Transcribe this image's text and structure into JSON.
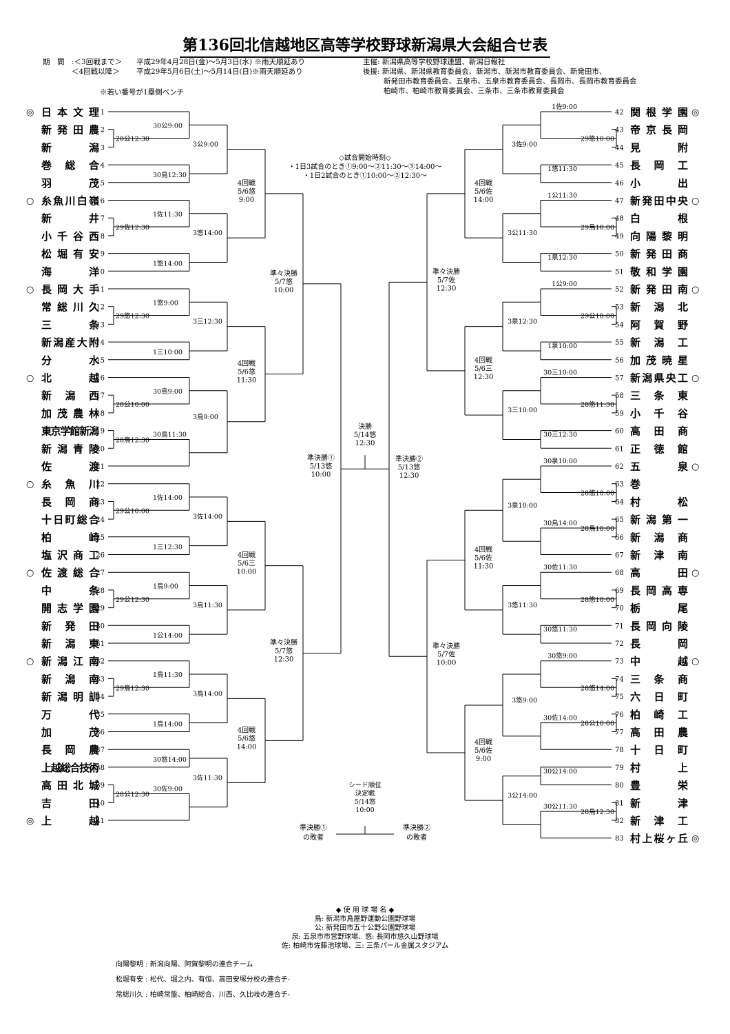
{
  "title": "第136回北信越地区高等学校野球新潟県大会組合せ表",
  "period": {
    "label": "期　間　:＜3回戦まで＞",
    "line1": "平成29年4月28日(金)〜5月3日(水) ※雨天順延あり",
    "label2": "＜4回戦以降＞",
    "line2": "平成29年5月6日(土)〜5月14日(日)※雨天順延あり"
  },
  "organizers": {
    "host": "主催: 新潟県高等学校野球連盟、新潟日報社",
    "support1": "後援: 新潟県、新潟県教育委員会、新潟市、新潟市教育委員会、新発田市、",
    "support2": "新発田市教育委員会、五泉市、五泉市教育委員会、長岡市、長岡市教育委員会",
    "support3": "柏崎市、柏崎市教育委員会、三条市、三条市教育委員会"
  },
  "bench_note": "※若い番号が1塁側ベンチ",
  "start_times": {
    "title": "◇試合開始時刻◇",
    "line1": "・1日3試合のとき①9:00〜②11:30〜③14:00〜",
    "line2": "・1日2試合のとき①10:00〜②12:30〜"
  },
  "left_teams": [
    {
      "no": "1",
      "name": "日本文理",
      "mark": "◎"
    },
    {
      "no": "2",
      "name": "新発田農",
      "mark": ""
    },
    {
      "no": "3",
      "name": "新　潟",
      "mark": ""
    },
    {
      "no": "4",
      "name": "巻総合",
      "mark": ""
    },
    {
      "no": "5",
      "name": "羽　茂",
      "mark": ""
    },
    {
      "no": "6",
      "name": "糸魚川白嶺",
      "mark": "○"
    },
    {
      "no": "7",
      "name": "新　井",
      "mark": ""
    },
    {
      "no": "8",
      "name": "小千谷西",
      "mark": ""
    },
    {
      "no": "9",
      "name": "松堀有安",
      "mark": ""
    },
    {
      "no": "10",
      "name": "海　洋",
      "mark": ""
    },
    {
      "no": "11",
      "name": "長岡大手",
      "mark": "○"
    },
    {
      "no": "12",
      "name": "常総川久",
      "mark": ""
    },
    {
      "no": "13",
      "name": "三　条",
      "mark": ""
    },
    {
      "no": "14",
      "name": "新潟産大附",
      "mark": ""
    },
    {
      "no": "15",
      "name": "分　水",
      "mark": ""
    },
    {
      "no": "16",
      "name": "北　越",
      "mark": "○"
    },
    {
      "no": "17",
      "name": "新潟西",
      "mark": ""
    },
    {
      "no": "18",
      "name": "加茂農林",
      "mark": ""
    },
    {
      "no": "19",
      "name": "東京学館新潟",
      "mark": ""
    },
    {
      "no": "20",
      "name": "新潟青陵",
      "mark": ""
    },
    {
      "no": "21",
      "name": "佐　渡",
      "mark": ""
    },
    {
      "no": "22",
      "name": "糸魚川",
      "mark": "○"
    },
    {
      "no": "23",
      "name": "長岡商",
      "mark": ""
    },
    {
      "no": "24",
      "name": "十日町総合",
      "mark": ""
    },
    {
      "no": "25",
      "name": "柏　崎",
      "mark": ""
    },
    {
      "no": "26",
      "name": "塩沢商工",
      "mark": ""
    },
    {
      "no": "27",
      "name": "佐渡総合",
      "mark": "○"
    },
    {
      "no": "28",
      "name": "中　条",
      "mark": ""
    },
    {
      "no": "29",
      "name": "開志学園",
      "mark": ""
    },
    {
      "no": "30",
      "name": "新発田",
      "mark": ""
    },
    {
      "no": "31",
      "name": "新潟東",
      "mark": ""
    },
    {
      "no": "32",
      "name": "新潟江南",
      "mark": "○"
    },
    {
      "no": "33",
      "name": "新潟南",
      "mark": ""
    },
    {
      "no": "34",
      "name": "新潟明訓",
      "mark": ""
    },
    {
      "no": "35",
      "name": "万　代",
      "mark": ""
    },
    {
      "no": "36",
      "name": "加　茂",
      "mark": ""
    },
    {
      "no": "37",
      "name": "長岡農",
      "mark": ""
    },
    {
      "no": "38",
      "name": "上越総合技術",
      "mark": ""
    },
    {
      "no": "39",
      "name": "高田北城",
      "mark": ""
    },
    {
      "no": "40",
      "name": "吉　田",
      "mark": ""
    },
    {
      "no": "41",
      "name": "上　越",
      "mark": "◎"
    }
  ],
  "right_teams": [
    {
      "no": "42",
      "name": "関根学園",
      "mark": "◎"
    },
    {
      "no": "43",
      "name": "帝京長岡",
      "mark": ""
    },
    {
      "no": "44",
      "name": "見　附",
      "mark": ""
    },
    {
      "no": "45",
      "name": "長岡工",
      "mark": ""
    },
    {
      "no": "46",
      "name": "小　出",
      "mark": ""
    },
    {
      "no": "47",
      "name": "新発田中央",
      "mark": "○"
    },
    {
      "no": "48",
      "name": "白　根",
      "mark": ""
    },
    {
      "no": "49",
      "name": "向陽黎明",
      "mark": ""
    },
    {
      "no": "50",
      "name": "新発田商",
      "mark": ""
    },
    {
      "no": "51",
      "name": "敬和学園",
      "mark": ""
    },
    {
      "no": "52",
      "name": "新発田南",
      "mark": "○"
    },
    {
      "no": "53",
      "name": "新潟北",
      "mark": ""
    },
    {
      "no": "54",
      "name": "阿賀野",
      "mark": ""
    },
    {
      "no": "55",
      "name": "新潟工",
      "mark": ""
    },
    {
      "no": "56",
      "name": "加茂暁星",
      "mark": ""
    },
    {
      "no": "57",
      "name": "新潟県央工",
      "mark": "○"
    },
    {
      "no": "58",
      "name": "三条東",
      "mark": ""
    },
    {
      "no": "59",
      "name": "小千谷",
      "mark": ""
    },
    {
      "no": "60",
      "name": "高田商",
      "mark": ""
    },
    {
      "no": "61",
      "name": "正徳館",
      "mark": ""
    },
    {
      "no": "62",
      "name": "五　泉",
      "mark": "○"
    },
    {
      "no": "63",
      "name": "巻",
      "mark": ""
    },
    {
      "no": "64",
      "name": "村　松",
      "mark": ""
    },
    {
      "no": "65",
      "name": "新潟第一",
      "mark": ""
    },
    {
      "no": "66",
      "name": "新潟商",
      "mark": ""
    },
    {
      "no": "67",
      "name": "新津南",
      "mark": ""
    },
    {
      "no": "68",
      "name": "高　田",
      "mark": "○"
    },
    {
      "no": "69",
      "name": "長岡高専",
      "mark": ""
    },
    {
      "no": "70",
      "name": "栃　尾",
      "mark": ""
    },
    {
      "no": "71",
      "name": "長岡向陵",
      "mark": ""
    },
    {
      "no": "72",
      "name": "長　岡",
      "mark": ""
    },
    {
      "no": "73",
      "name": "中　越",
      "mark": "○"
    },
    {
      "no": "74",
      "name": "三条商",
      "mark": ""
    },
    {
      "no": "75",
      "name": "六日町",
      "mark": ""
    },
    {
      "no": "76",
      "name": "柏崎工",
      "mark": ""
    },
    {
      "no": "77",
      "name": "高田農",
      "mark": ""
    },
    {
      "no": "78",
      "name": "十日町",
      "mark": ""
    },
    {
      "no": "79",
      "name": "村　上",
      "mark": ""
    },
    {
      "no": "80",
      "name": "豊　栄",
      "mark": ""
    },
    {
      "no": "81",
      "name": "新　津",
      "mark": ""
    },
    {
      "no": "82",
      "name": "新津工",
      "mark": ""
    },
    {
      "no": "83",
      "name": "村上桜ヶ丘",
      "mark": "◎"
    }
  ],
  "left_r1": [
    "28公12:30",
    "29佐12:30",
    "29悠12:30",
    "28公10:00",
    "28鳥12:30",
    "29公10:00",
    "29公12:30",
    "29鳥12:30",
    "28公12:30"
  ],
  "left_r2": [
    "30公9:00",
    "30鳥12:30",
    "1佐11:30",
    "1悠14:00",
    "1悠9:00",
    "1三10:00",
    "30鳥9:00",
    "30鳥11:30",
    "1佐14:00",
    "1三12:30",
    "1鳥9:00",
    "1公14:00",
    "1鳥11:30",
    "1鳥14:00",
    "30悠14:00",
    "30佐9:00"
  ],
  "left_r3": [
    "3公9:00",
    "3悠14:00",
    "3三12:30",
    "3鳥9:00",
    "3佐14:00",
    "3鳥11:30",
    "3鳥14:00",
    "3佐11:30"
  ],
  "left_r4": [
    {
      "l1": "4回戦",
      "l2": "5/6悠",
      "l3": "9:00"
    },
    {
      "l1": "4回戦",
      "l2": "5/6悠",
      "l3": "11:30"
    },
    {
      "l1": "4回戦",
      "l2": "5/6三",
      "l3": "10:00"
    },
    {
      "l1": "4回戦",
      "l2": "5/6悠",
      "l3": "14:00"
    }
  ],
  "left_qf": [
    {
      "l1": "準々決勝",
      "l2": "5/7悠",
      "l3": "10:00"
    },
    {
      "l1": "準々決勝",
      "l2": "5/7悠",
      "l3": "12:30"
    }
  ],
  "left_sf": {
    "l1": "準決勝①",
    "l2": "5/13悠",
    "l3": "10:00"
  },
  "right_r1": [
    "29悠10:00",
    "29鳥10:00",
    "29公10:00",
    "28悠11:30",
    "28悠10:00",
    "28鳥10:00",
    "28悠10:00",
    "28悠14:00",
    "28公10:00",
    "28鳥12:30"
  ],
  "right_r2": [
    "1佐9:00",
    "1悠11:30",
    "1公11:30",
    "1泉12:30",
    "1公9:00",
    "1泉10:00",
    "30三10:00",
    "30三12:30",
    "30泉10:00",
    "30鳥14:00",
    "30佐11:30",
    "30悠11:30",
    "30悠9:00",
    "30佐14:00",
    "30公14:00",
    "30公11:30"
  ],
  "right_r3": [
    "3佐9:00",
    "3公11:30",
    "3泉12:30",
    "3三10:00",
    "3泉10:00",
    "3悠11:30",
    "3悠9:00",
    "3公14:00"
  ],
  "right_r4": [
    {
      "l1": "4回戦",
      "l2": "5/6佐",
      "l3": "14:00"
    },
    {
      "l1": "4回戦",
      "l2": "5/6三",
      "l3": "12:30"
    },
    {
      "l1": "4回戦",
      "l2": "5/6佐",
      "l3": "11:30"
    },
    {
      "l1": "4回戦",
      "l2": "5/6佐",
      "l3": "9:00"
    }
  ],
  "right_qf": [
    {
      "l1": "準々決勝",
      "l2": "5/7佐",
      "l3": "12:30"
    },
    {
      "l1": "準々決勝",
      "l2": "5/7佐",
      "l3": "10:00"
    }
  ],
  "right_sf": {
    "l1": "準決勝②",
    "l2": "5/13悠",
    "l3": "12:30"
  },
  "final": {
    "l1": "決勝",
    "l2": "5/14悠",
    "l3": "12:30"
  },
  "seed_match": {
    "l1": "シード順位",
    "l2": "決定戦",
    "l3": "5/14悠",
    "l4": "10:00"
  },
  "sf_losers": {
    "left1": "準決勝①",
    "left2": "の敗者",
    "right1": "準決勝②",
    "right2": "の敗者"
  },
  "venues": {
    "title": "◆ 使 用 球 場 名 ◆",
    "l1": "鳥: 新潟市鳥屋野運動公園野球場",
    "l2": "公: 新発田市五十公野公園野球場",
    "l3": "泉: 五泉市市営野球場、悠: 長岡市悠久山野球場",
    "l4": "佐: 柏崎市佐藤池球場、三: 三条パール金属スタジアム"
  },
  "footnotes": [
    "向陽黎明 : 新潟向陽、阿賀黎明の連合チーム",
    "松堀有安 : 松代、堀之内、有恒、高田安塚分校の連合チ-",
    "常総川久 : 柏崎常盤、柏崎総合、川西、久比岐の連合チ-"
  ]
}
